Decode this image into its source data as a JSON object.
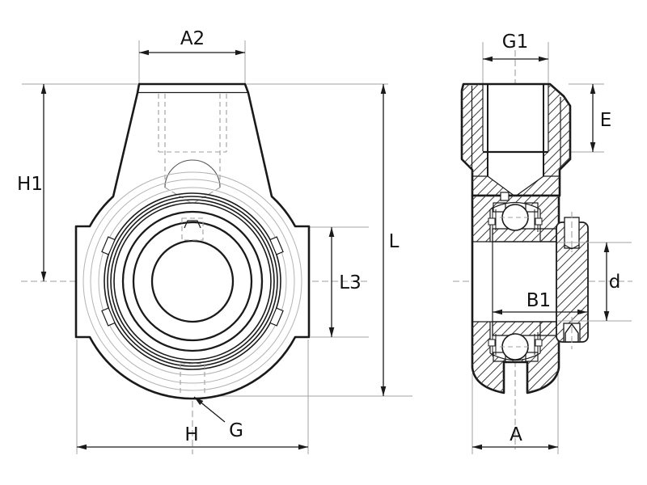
{
  "front_view": {
    "dim_labels": {
      "a2": "A2",
      "h1": "H1",
      "l3": "L3",
      "l": "L",
      "g": "G",
      "h": "H"
    }
  },
  "side_view": {
    "dim_labels": {
      "g1": "G1",
      "e": "E",
      "b1": "B1",
      "d": "d",
      "a": "A"
    }
  },
  "colors": {
    "outline": "#1a1a1a",
    "extension_lines": "#a3a3a3",
    "hidden_lines": "#9f9f9f",
    "hatch": "#3c3c3c",
    "label_text": "#111111",
    "background": "#ffffff"
  }
}
